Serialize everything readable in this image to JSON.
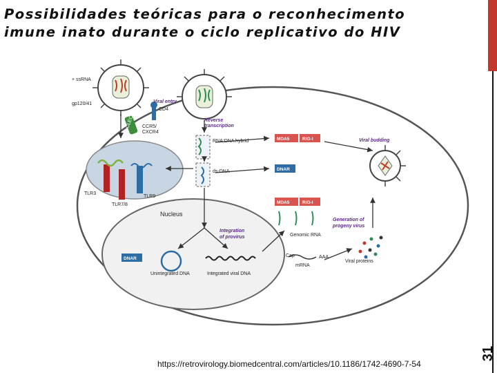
{
  "slide": {
    "title_line1": "Possibilidades teóricas para o reconhecimento",
    "title_line2": "imune inato durante o ciclo replicativo do HIV",
    "number": "31",
    "source_url": "https://retrovirology.biomedcentral.com/articles/10.1186/1742-4690-7-54"
  },
  "diagram": {
    "labels": {
      "ssrna": "+ ssRNA",
      "gp120": "gp120/41",
      "viral_entry": "Viral entry",
      "cd4": "CD4",
      "ccr5": "CCR5/",
      "cxcr4": "CXCR4",
      "reverse_transcription_1": "Reverse",
      "reverse_transcription_2": "transcription",
      "rna_dna_hybrid": "RNA:DNA hybrid",
      "ds_dna": "ds-DNA",
      "mda5": "MDA5",
      "rig1": "RIG-I",
      "dnar": "DNAR",
      "viral_budding": "Viral budding",
      "tlr3": "TLR3",
      "tlr9": "TLR9",
      "tlr78": "TLR7/8",
      "nucleus": "Nucleus",
      "integration_1": "Integration",
      "integration_2": "of provirus",
      "generation_1": "Generation of",
      "generation_2": "progeny virus",
      "genomic_rna": "Genomic RNA",
      "mrna": "mRNA",
      "viral_proteins": "Viral proteins",
      "unintegrated_dna": "Unintegrated DNA",
      "integrated_viral_dna": "Integrated viral DNA",
      "cap": "Cap",
      "aaa": "AAA",
      "clec": "CLEC"
    },
    "colors": {
      "mda5_box": "#d9534f",
      "dnar_box": "#2e6da4",
      "tlr3": "#b22222",
      "tlr9": "#2e6da4",
      "tlr78": "#b22222",
      "italic_labels": "#5b2a86",
      "endosome_fill": "#c8d6e3",
      "slide_accent": "#c0392b"
    }
  }
}
